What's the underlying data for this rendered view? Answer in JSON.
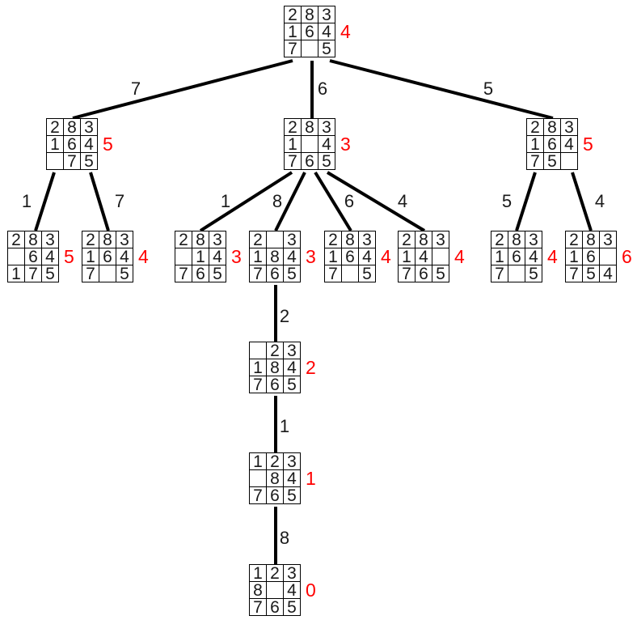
{
  "colors": {
    "score": "#ff0000",
    "edge": "#000000",
    "text": "#1a1a1a",
    "grid": "#000000"
  },
  "nodes": [
    {
      "id": "root",
      "cells": [
        "2",
        "8",
        "3",
        "1",
        "6",
        "4",
        "7",
        "",
        "5"
      ],
      "score": "4"
    },
    {
      "id": "l1-left",
      "cells": [
        "2",
        "8",
        "3",
        "1",
        "6",
        "4",
        "",
        "7",
        "5"
      ],
      "score": "5"
    },
    {
      "id": "l1-middle",
      "cells": [
        "2",
        "8",
        "3",
        "1",
        "",
        "4",
        "7",
        "6",
        "5"
      ],
      "score": "3"
    },
    {
      "id": "l1-right",
      "cells": [
        "2",
        "8",
        "3",
        "1",
        "6",
        "4",
        "7",
        "5",
        ""
      ],
      "score": "5"
    },
    {
      "id": "l2-a",
      "cells": [
        "2",
        "8",
        "3",
        "",
        "6",
        "4",
        "1",
        "7",
        "5"
      ],
      "score": "5"
    },
    {
      "id": "l2-b",
      "cells": [
        "2",
        "8",
        "3",
        "1",
        "6",
        "4",
        "7",
        "",
        "5"
      ],
      "score": "4"
    },
    {
      "id": "l2-c",
      "cells": [
        "2",
        "8",
        "3",
        "",
        "1",
        "4",
        "7",
        "6",
        "5"
      ],
      "score": "3"
    },
    {
      "id": "l2-d",
      "cells": [
        "2",
        "",
        "3",
        "1",
        "8",
        "4",
        "7",
        "6",
        "5"
      ],
      "score": "3"
    },
    {
      "id": "l2-e",
      "cells": [
        "2",
        "8",
        "3",
        "1",
        "6",
        "4",
        "7",
        "",
        "5"
      ],
      "score": "4"
    },
    {
      "id": "l2-f",
      "cells": [
        "2",
        "8",
        "3",
        "1",
        "4",
        "",
        "7",
        "6",
        "5"
      ],
      "score": "4"
    },
    {
      "id": "l2-g",
      "cells": [
        "2",
        "8",
        "3",
        "1",
        "6",
        "4",
        "7",
        "",
        "5"
      ],
      "score": "4"
    },
    {
      "id": "l2-h",
      "cells": [
        "2",
        "8",
        "3",
        "1",
        "6",
        "",
        "7",
        "5",
        "4"
      ],
      "score": "6"
    },
    {
      "id": "l3",
      "cells": [
        "",
        "2",
        "3",
        "1",
        "8",
        "4",
        "7",
        "6",
        "5"
      ],
      "score": "2"
    },
    {
      "id": "l4",
      "cells": [
        "1",
        "2",
        "3",
        "",
        "8",
        "4",
        "7",
        "6",
        "5"
      ],
      "score": "1"
    },
    {
      "id": "l5",
      "cells": [
        "1",
        "2",
        "3",
        "8",
        "",
        "4",
        "7",
        "6",
        "5"
      ],
      "score": "0"
    }
  ],
  "edges": [
    {
      "from": "root",
      "to": "l1-left",
      "label": "7"
    },
    {
      "from": "root",
      "to": "l1-middle",
      "label": "6"
    },
    {
      "from": "root",
      "to": "l1-right",
      "label": "5"
    },
    {
      "from": "l1-left",
      "to": "l2-a",
      "label": "1"
    },
    {
      "from": "l1-left",
      "to": "l2-b",
      "label": "7"
    },
    {
      "from": "l1-middle",
      "to": "l2-c",
      "label": "1"
    },
    {
      "from": "l1-middle",
      "to": "l2-d",
      "label": "8"
    },
    {
      "from": "l1-middle",
      "to": "l2-e",
      "label": "6"
    },
    {
      "from": "l1-middle",
      "to": "l2-f",
      "label": "4"
    },
    {
      "from": "l1-right",
      "to": "l2-g",
      "label": "5"
    },
    {
      "from": "l1-right",
      "to": "l2-h",
      "label": "4"
    },
    {
      "from": "l2-d",
      "to": "l3",
      "label": "2"
    },
    {
      "from": "l3",
      "to": "l4",
      "label": "1"
    },
    {
      "from": "l4",
      "to": "l5",
      "label": "8"
    }
  ]
}
